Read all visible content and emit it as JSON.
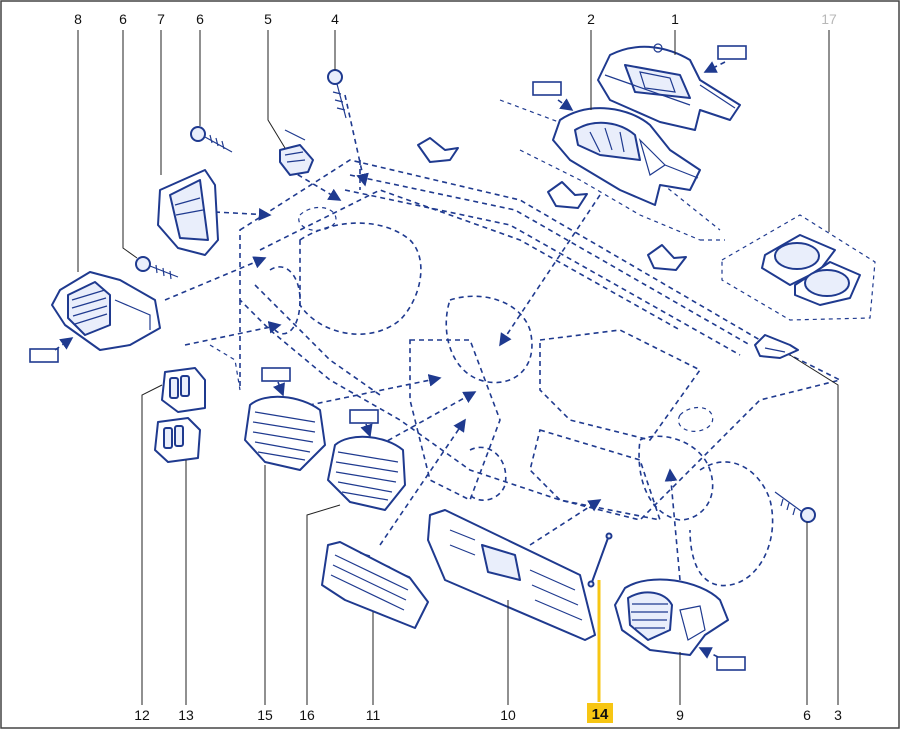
{
  "callouts": {
    "c8": "8",
    "c6a": "6",
    "c7": "7",
    "c6b": "6",
    "c5": "5",
    "c4": "4",
    "c2": "2",
    "c1": "1",
    "c17": "17",
    "c12": "12",
    "c13": "13",
    "c15": "15",
    "c16": "16",
    "c11": "11",
    "c10": "10",
    "c14": "14",
    "c9": "9",
    "c6c": "6",
    "c3": "3"
  },
  "highlighted_callout": "14",
  "colors": {
    "line": "#1f3a8f",
    "highlight": "#f7c613",
    "faded_number": "#b8b8b8",
    "leader": "#222222"
  }
}
